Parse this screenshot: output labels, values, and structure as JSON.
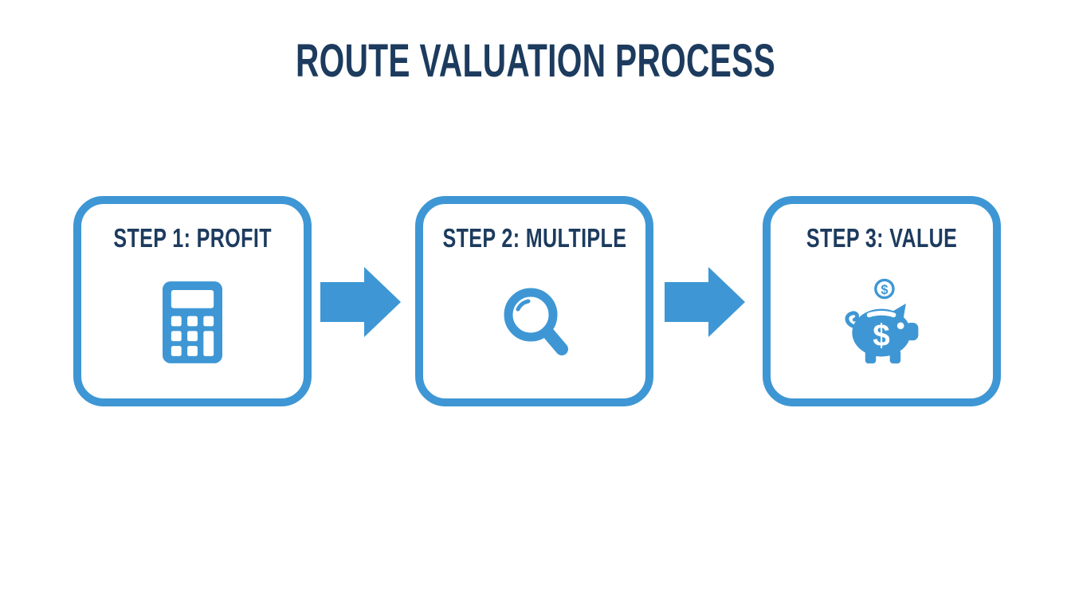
{
  "title": "ROUTE VALUATION PROCESS",
  "steps": [
    {
      "label": "STEP 1: PROFIT",
      "icon": "calculator-icon"
    },
    {
      "label": "STEP 2: MULTIPLE",
      "icon": "magnifier-icon"
    },
    {
      "label": "STEP 3: VALUE",
      "icon": "piggy-bank-icon"
    }
  ],
  "connectors": [
    {
      "icon": "right-arrow-icon"
    },
    {
      "icon": "right-arrow-icon"
    }
  ],
  "icons": {
    "dollar_sign": "$"
  },
  "colors": {
    "accent_blue": "#3E97D4",
    "heading_navy": "#1C3B5E",
    "background": "#FFFFFF"
  }
}
